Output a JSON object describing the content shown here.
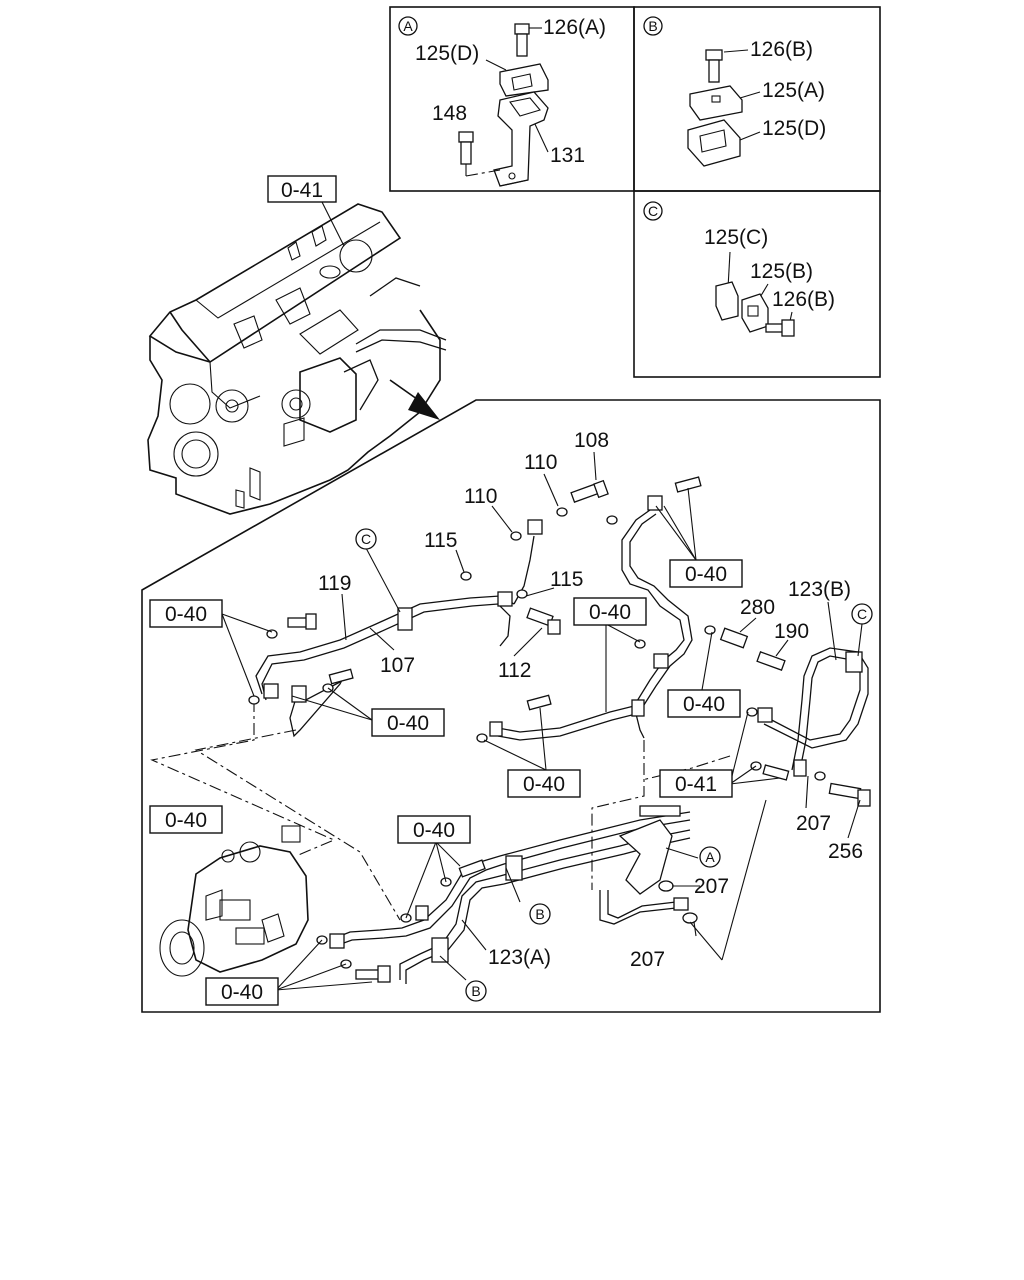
{
  "inset_A": {
    "marker": "A",
    "labels": [
      "126(A)",
      "125(D)",
      "148",
      "131"
    ]
  },
  "inset_B": {
    "marker": "B",
    "labels": [
      "126(B)",
      "125(A)",
      "125(D)"
    ]
  },
  "inset_C": {
    "marker": "C",
    "labels": [
      "125(C)",
      "125(B)",
      "126(B)"
    ]
  },
  "refs": {
    "engine_ref": "0-41",
    "r1": "0-40",
    "r2": "0-40",
    "r3": "0-40",
    "r4": "0-40",
    "r5": "0-40",
    "r6": "0-40",
    "r7": "0-40",
    "r8": "0-40",
    "r9": "0-40",
    "r10": "0-41"
  },
  "parts": {
    "p108": "108",
    "p110a": "110",
    "p110b": "110",
    "p115a": "115",
    "p115b": "115",
    "p119": "119",
    "p107": "107",
    "p112": "112",
    "p123b": "123(B)",
    "p280": "280",
    "p190": "190",
    "p207a": "207",
    "p256": "256",
    "p207b": "207",
    "p207c": "207",
    "p123a": "123(A)"
  },
  "markers": {
    "mC1": "C",
    "mC2": "C",
    "mA": "A",
    "mB1": "B",
    "mB2": "B"
  }
}
